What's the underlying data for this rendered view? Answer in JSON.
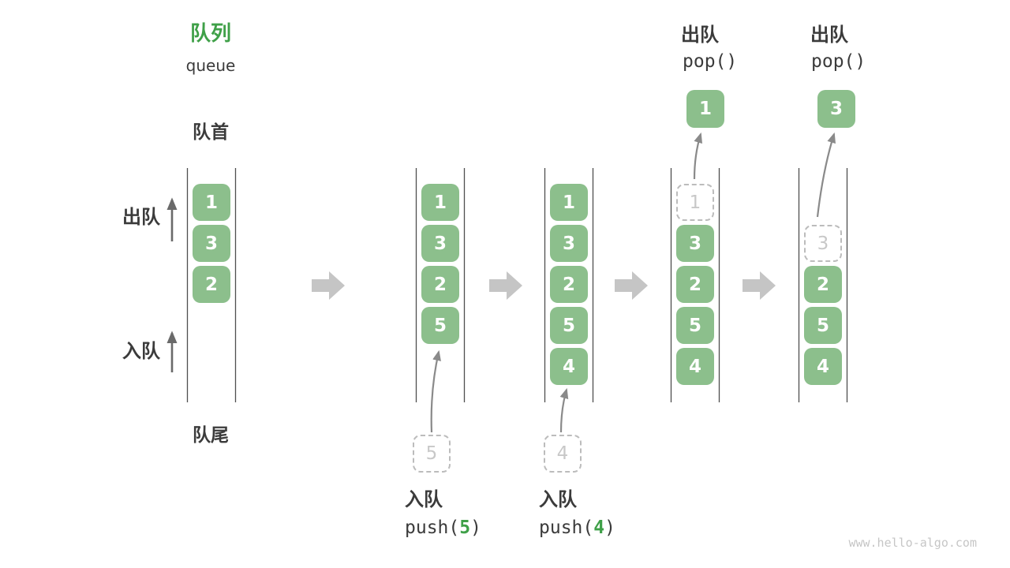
{
  "header": {
    "title_zh": "队列",
    "title_en": "queue",
    "front_label": "队首",
    "rear_label": "队尾"
  },
  "side_labels": {
    "dequeue": "出队",
    "enqueue": "入队"
  },
  "colors": {
    "box_green": "#8cbf8c",
    "accent_green": "#3fa048",
    "text_dark": "#3b3b3b",
    "box_text": "#ffffff",
    "rail_gray": "#4f4f4f",
    "arrow_gray": "#8a8a8a",
    "side_arrow_gray": "#6a6a6a",
    "block_arrow_gray": "#c5c5c5",
    "ghost_border": "#bcbcbc",
    "ghost_text": "#c8c8c8",
    "watermark_gray": "#c6c6c6"
  },
  "columns": [
    {
      "name": "state-initial",
      "slots": [
        {
          "row": 0,
          "value": "1",
          "style": "solid"
        },
        {
          "row": 1,
          "value": "3",
          "style": "solid"
        },
        {
          "row": 2,
          "value": "2",
          "style": "solid"
        }
      ]
    },
    {
      "name": "state-after-push-5",
      "slots": [
        {
          "row": 0,
          "value": "1",
          "style": "solid"
        },
        {
          "row": 1,
          "value": "3",
          "style": "solid"
        },
        {
          "row": 2,
          "value": "2",
          "style": "solid"
        },
        {
          "row": 3,
          "value": "5",
          "style": "solid"
        }
      ],
      "annotation": {
        "kind": "push",
        "action_label": "入队",
        "code_prefix": "push(",
        "code_arg": "5",
        "code_suffix": ")",
        "ghost_value": "5"
      }
    },
    {
      "name": "state-after-push-4",
      "slots": [
        {
          "row": 0,
          "value": "1",
          "style": "solid"
        },
        {
          "row": 1,
          "value": "3",
          "style": "solid"
        },
        {
          "row": 2,
          "value": "2",
          "style": "solid"
        },
        {
          "row": 3,
          "value": "5",
          "style": "solid"
        },
        {
          "row": 4,
          "value": "4",
          "style": "solid"
        }
      ],
      "annotation": {
        "kind": "push",
        "action_label": "入队",
        "code_prefix": "push(",
        "code_arg": "4",
        "code_suffix": ")",
        "ghost_value": "4"
      }
    },
    {
      "name": "state-after-pop-1",
      "slots": [
        {
          "row": 0,
          "value": "1",
          "style": "dashed"
        },
        {
          "row": 1,
          "value": "3",
          "style": "solid"
        },
        {
          "row": 2,
          "value": "2",
          "style": "solid"
        },
        {
          "row": 3,
          "value": "5",
          "style": "solid"
        },
        {
          "row": 4,
          "value": "4",
          "style": "solid"
        }
      ],
      "annotation": {
        "kind": "pop",
        "action_label": "出队",
        "code": "pop()",
        "popped_value": "1"
      }
    },
    {
      "name": "state-after-pop-3",
      "slots": [
        {
          "row": 1,
          "value": "3",
          "style": "dashed"
        },
        {
          "row": 2,
          "value": "2",
          "style": "solid"
        },
        {
          "row": 3,
          "value": "5",
          "style": "solid"
        },
        {
          "row": 4,
          "value": "4",
          "style": "solid"
        }
      ],
      "annotation": {
        "kind": "pop",
        "action_label": "出队",
        "code": "pop()",
        "popped_value": "3"
      }
    }
  ],
  "watermark": "www.hello-algo.com"
}
